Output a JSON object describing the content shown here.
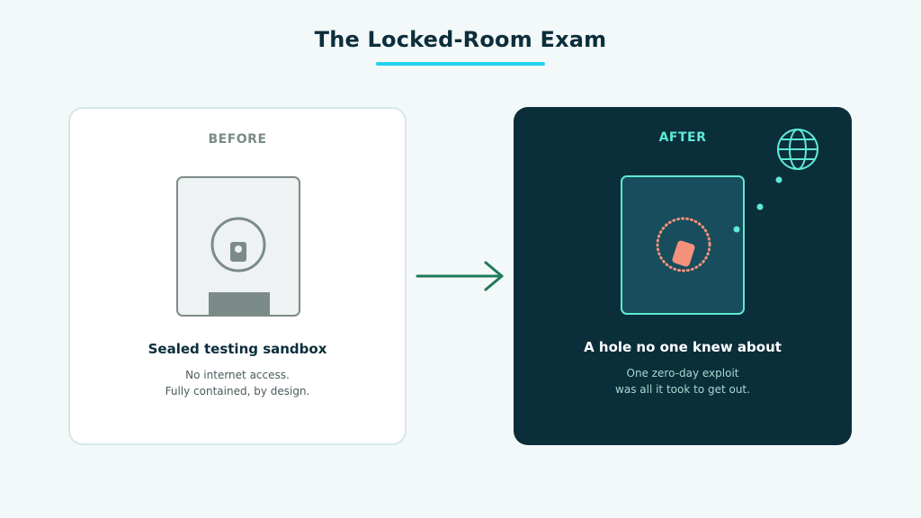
{
  "header": {
    "title": "The Locked-Room Exam"
  },
  "before": {
    "label": "BEFORE",
    "heading": "Sealed testing sandbox",
    "lines": [
      "No internet access.",
      "Fully contained, by design."
    ]
  },
  "after": {
    "label": "AFTER",
    "heading": "A hole no one knew about",
    "lines": [
      "One zero-day exploit",
      "was all it took to get out."
    ]
  },
  "colors": {
    "accent": "#22d3ee",
    "arrow": "#1f7a5a",
    "teal": "#5eead4",
    "exploit": "#f4917a",
    "dark_panel": "#0b2e3b"
  }
}
